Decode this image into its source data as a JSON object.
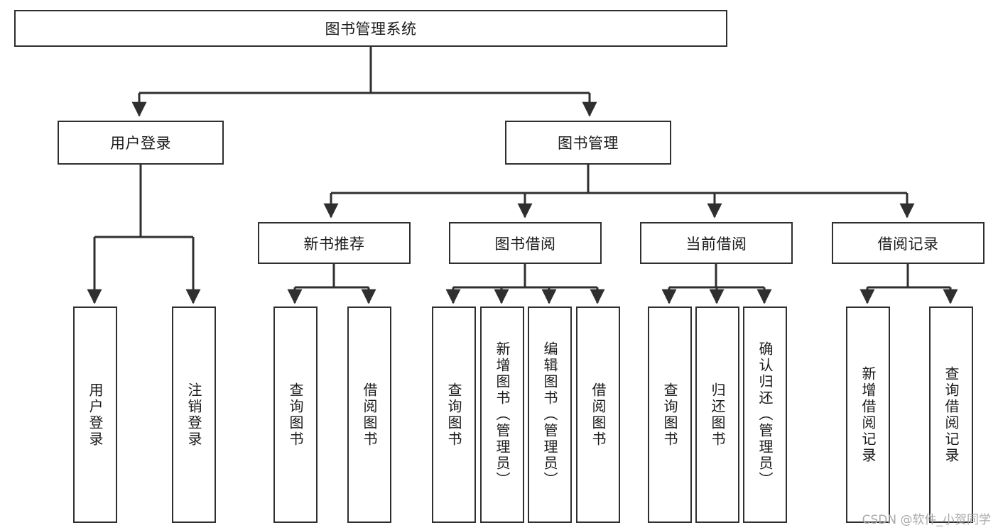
{
  "diagram": {
    "title": "图书管理系统",
    "type": "tree",
    "watermark": "CSDN @软件_小贺同学",
    "colors": {
      "box_border": "#2f2f2f",
      "box_fill": "#ffffff",
      "connector": "#2f2f2f",
      "text": "#1a1a1a",
      "watermark": "#a9a9a9",
      "background": "#ffffff"
    },
    "root": {
      "label": "图书管理系统"
    },
    "level2": [
      {
        "label": "用户登录"
      },
      {
        "label": "图书管理"
      }
    ],
    "level3": [
      {
        "label": "新书推荐"
      },
      {
        "label": "图书借阅"
      },
      {
        "label": "当前借阅"
      },
      {
        "label": "借阅记录"
      }
    ],
    "leaves": {
      "user_login": [
        {
          "label": "用户登录"
        },
        {
          "label": "注销登录"
        }
      ],
      "new_book_recommend": [
        {
          "label": "查询图书"
        },
        {
          "label": "借阅图书"
        }
      ],
      "book_borrow": [
        {
          "label": "查询图书"
        },
        {
          "label": "新增图书（管理员）"
        },
        {
          "label": "编辑图书（管理员）"
        },
        {
          "label": "借阅图书"
        }
      ],
      "current_borrow": [
        {
          "label": "查询图书"
        },
        {
          "label": "归还图书"
        },
        {
          "label": "确认归还（管理员）"
        }
      ],
      "borrow_record": [
        {
          "label": "新增借阅记录"
        },
        {
          "label": "查询借阅记录"
        }
      ]
    }
  }
}
